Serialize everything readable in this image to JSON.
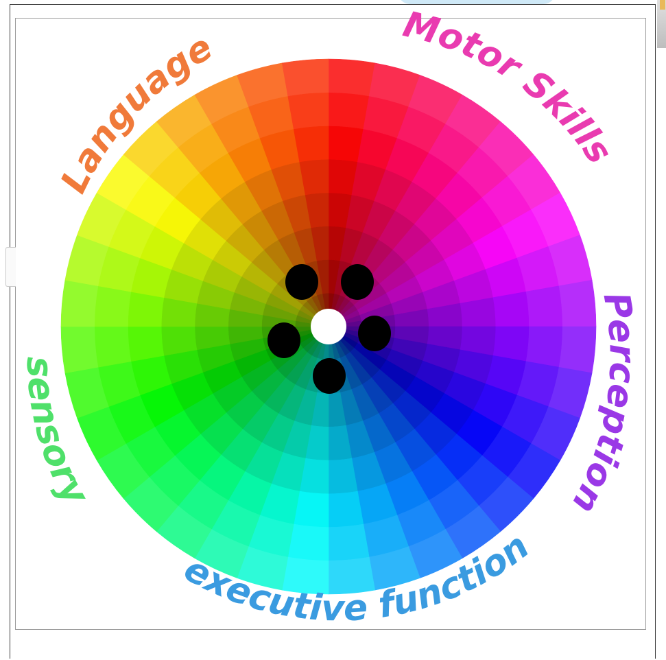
{
  "labels": {
    "language": "Language",
    "motor_skills": "Motor Skills",
    "perception": "Perception",
    "executive_function": "executive function",
    "sensory": "sensory"
  },
  "colors": {
    "language": "#f07a3a",
    "motor_skills": "#e93bb0",
    "perception": "#9a38e6",
    "executive_function": "#3a9be0",
    "sensory": "#4fe06a",
    "dots": "#000000",
    "center": "#ffffff"
  }
}
